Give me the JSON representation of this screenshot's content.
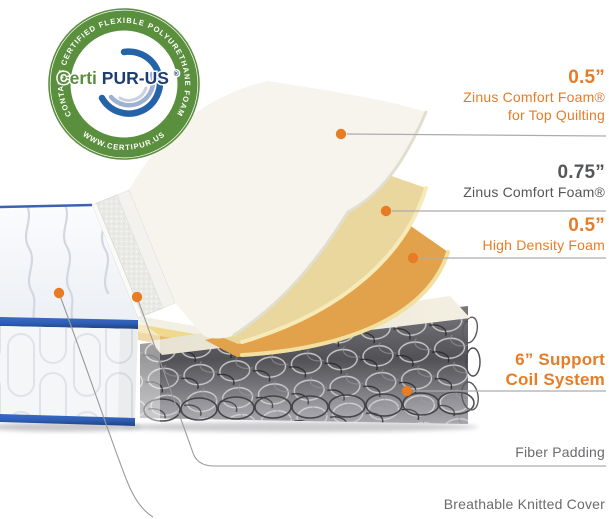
{
  "badge": {
    "ring_text": "CONTAINS CERTIFIED FLEXIBLE POLYURETHANE FOAM",
    "website": "WWW.CERTIPUR.US",
    "brand_left": "Certi",
    "brand_right": "PUR-US",
    "registered": "®"
  },
  "labels": {
    "top_quilting": {
      "size": "0.5”",
      "line1": "Zinus Comfort Foam®",
      "line2": "for Top Quilting"
    },
    "comfort_foam": {
      "size": "0.75”",
      "line1": "Zinus Comfort Foam®"
    },
    "high_density": {
      "size": "0.5”",
      "line1": "High Density Foam"
    },
    "coil": {
      "line1": "6” Support",
      "line2": "Coil System"
    },
    "fiber": {
      "line1": "Fiber Padding"
    },
    "cover": {
      "line1": "Breathable Knitted Cover"
    }
  },
  "colors": {
    "accent_orange": "#E87C25",
    "label_dark_gray": "#54565A",
    "label_gray": "#6A6B6E",
    "badge_green": "#5A8F3D",
    "badge_navy": "#1C3E70",
    "swoosh_blue": "#2563A8",
    "mattress_binding_blue": "#2E5EB5",
    "comfort_foam_cream": "#E9D79E",
    "high_density_amber": "#E2A24C",
    "coil_gray": "#515156"
  }
}
